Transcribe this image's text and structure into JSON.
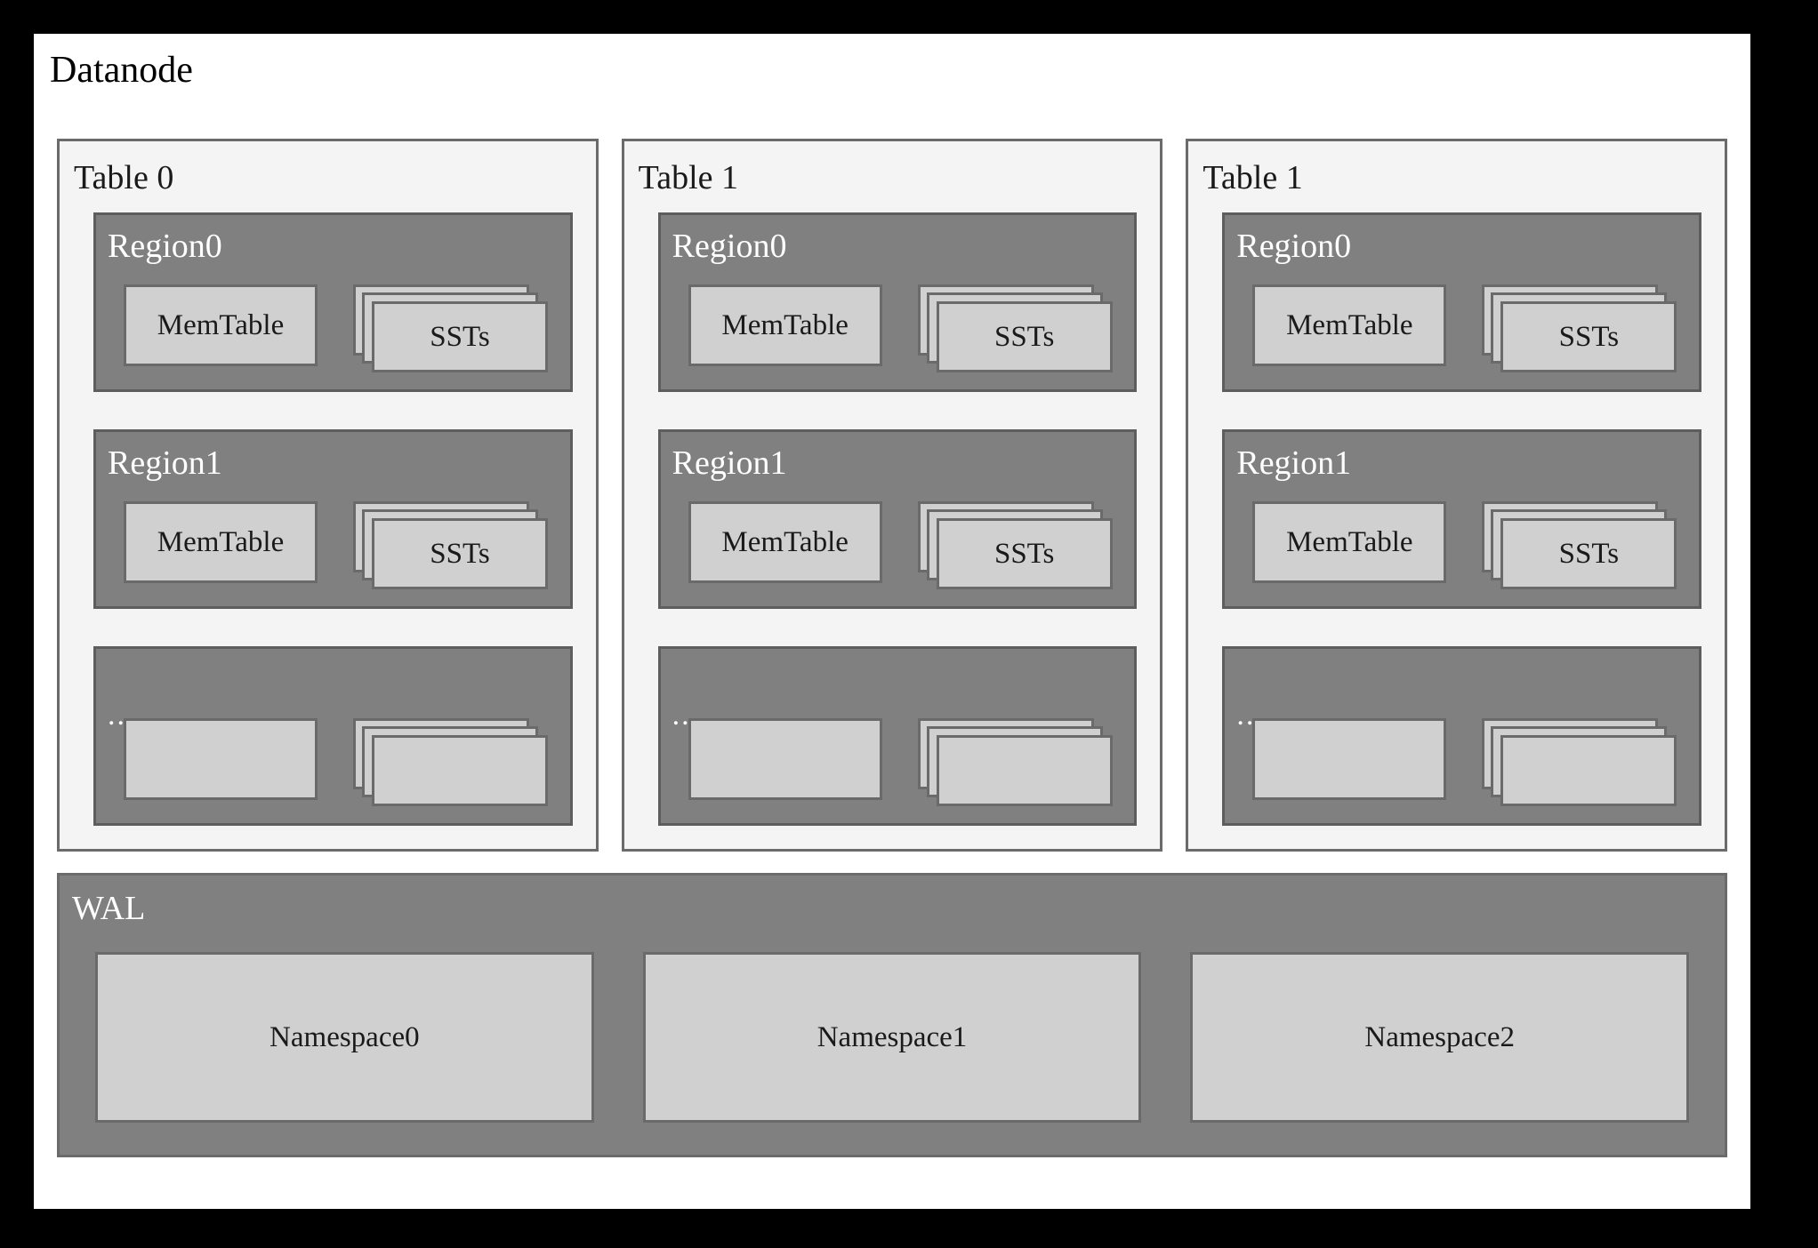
{
  "diagram": {
    "title": "Datanode",
    "background": "#ffffff",
    "frame_color": "#000000"
  },
  "colors": {
    "canvas": "#ffffff",
    "table_fill": "#f4f4f4",
    "table_border": "#6b6b6b",
    "region_fill": "#808080",
    "region_border": "#5d5d5d",
    "leaf_fill": "#d0d0d0",
    "leaf_border": "#6a6a6a",
    "light_text": "#ffffff",
    "dark_text": "#1a1a1a"
  },
  "tables": [
    {
      "label": "Table 0",
      "regions": [
        {
          "label": "Region0",
          "memtable": "MemTable",
          "ssts": "SSTs",
          "sst_layers": 3
        },
        {
          "label": "Region1",
          "memtable": "MemTable",
          "ssts": "SSTs",
          "sst_layers": 3
        },
        {
          "label": "...",
          "memtable": "",
          "ssts": "",
          "sst_layers": 3
        }
      ]
    },
    {
      "label": "Table 1",
      "regions": [
        {
          "label": "Region0",
          "memtable": "MemTable",
          "ssts": "SSTs",
          "sst_layers": 3
        },
        {
          "label": "Region1",
          "memtable": "MemTable",
          "ssts": "SSTs",
          "sst_layers": 3
        },
        {
          "label": "...",
          "memtable": "",
          "ssts": "",
          "sst_layers": 3
        }
      ]
    },
    {
      "label": "Table 1",
      "regions": [
        {
          "label": "Region0",
          "memtable": "MemTable",
          "ssts": "SSTs",
          "sst_layers": 3
        },
        {
          "label": "Region1",
          "memtable": "MemTable",
          "ssts": "SSTs",
          "sst_layers": 3
        },
        {
          "label": "...",
          "memtable": "",
          "ssts": "",
          "sst_layers": 3
        }
      ]
    }
  ],
  "wal": {
    "label": "WAL",
    "namespaces": [
      "Namespace0",
      "Namespace1",
      "Namespace2"
    ]
  }
}
